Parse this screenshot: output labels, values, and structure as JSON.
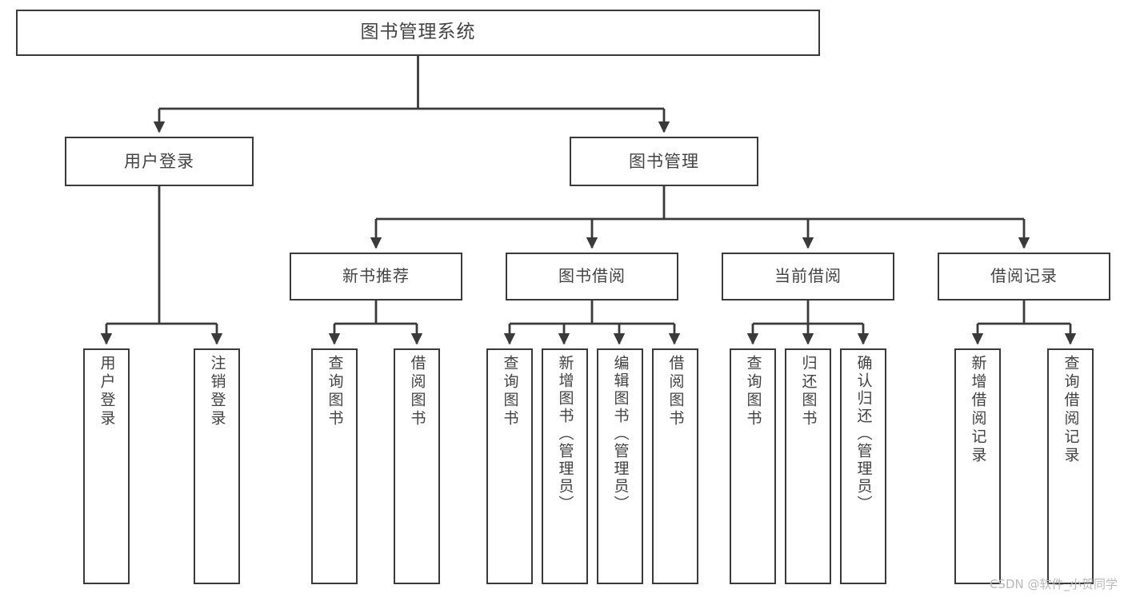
{
  "diagram": {
    "title": "图书管理系统",
    "type": "tree-hierarchy",
    "watermark": "CSDN @软件_小贺同学",
    "colors": {
      "stroke": "#3a3a3a",
      "text": "#434343",
      "background": "#ffffff",
      "watermark": "#b9b9b9"
    }
  },
  "root": {
    "label": "图书管理系统"
  },
  "level2": [
    {
      "label": "用户登录"
    },
    {
      "label": "图书管理"
    }
  ],
  "level3": [
    {
      "label": "新书推荐"
    },
    {
      "label": "图书借阅"
    },
    {
      "label": "当前借阅"
    },
    {
      "label": "借阅记录"
    }
  ],
  "leaves": {
    "user_login": [
      {
        "label": "用户登录"
      },
      {
        "label": "注销登录"
      }
    ],
    "new_book": [
      {
        "label": "查询图书"
      },
      {
        "label": "借阅图书"
      }
    ],
    "book_borrow": [
      {
        "label": "查询图书"
      },
      {
        "label": "新增图书（管理员）"
      },
      {
        "label": "编辑图书（管理员）"
      },
      {
        "label": "借阅图书"
      }
    ],
    "current_borrow": [
      {
        "label": "查询图书"
      },
      {
        "label": "归还图书"
      },
      {
        "label": "确认归还（管理员）"
      }
    ],
    "borrow_record": [
      {
        "label": "新增借阅记录"
      },
      {
        "label": "查询借阅记录"
      }
    ]
  }
}
